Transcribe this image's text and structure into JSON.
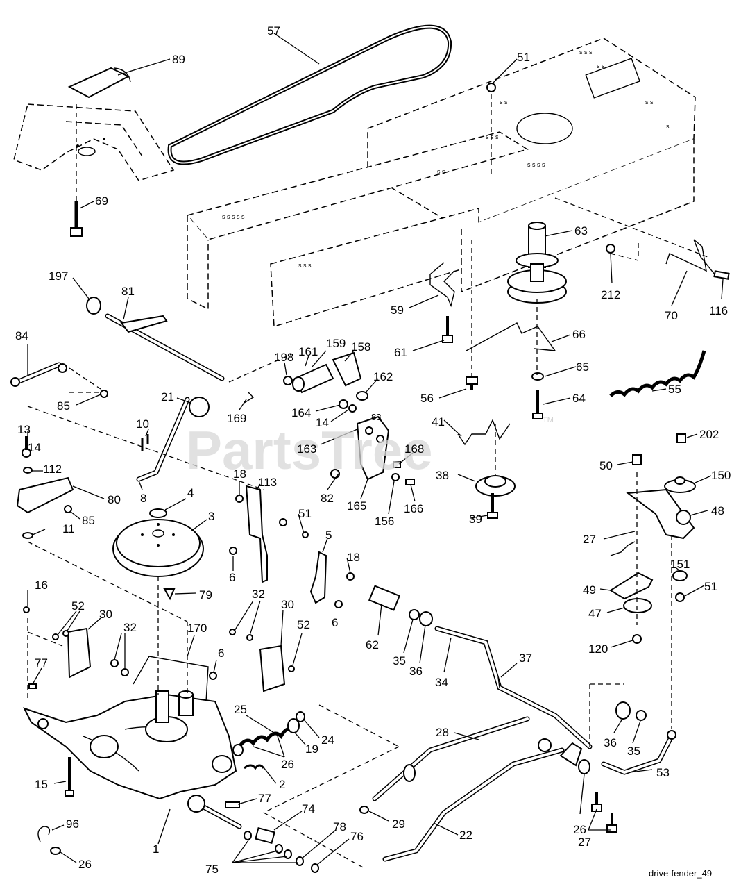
{
  "watermark": "PartsTree",
  "watermark_tm": "TM",
  "caption": "drive-fender_49",
  "callouts": [
    {
      "id": "c57",
      "text": "57"
    },
    {
      "id": "c89",
      "text": "89"
    },
    {
      "id": "c51a",
      "text": "51"
    },
    {
      "id": "c69",
      "text": "69"
    },
    {
      "id": "c63",
      "text": "63"
    },
    {
      "id": "c212",
      "text": "212"
    },
    {
      "id": "c70",
      "text": "70"
    },
    {
      "id": "c116",
      "text": "116"
    },
    {
      "id": "c197",
      "text": "197"
    },
    {
      "id": "c81",
      "text": "81"
    },
    {
      "id": "c59",
      "text": "59"
    },
    {
      "id": "c66",
      "text": "66"
    },
    {
      "id": "c84",
      "text": "84"
    },
    {
      "id": "c198",
      "text": "198"
    },
    {
      "id": "c161",
      "text": "161"
    },
    {
      "id": "c159",
      "text": "159"
    },
    {
      "id": "c158",
      "text": "158"
    },
    {
      "id": "c162",
      "text": "162"
    },
    {
      "id": "c61",
      "text": "61"
    },
    {
      "id": "c65",
      "text": "65"
    },
    {
      "id": "c56",
      "text": "56"
    },
    {
      "id": "c64",
      "text": "64"
    },
    {
      "id": "c55",
      "text": "55"
    },
    {
      "id": "c85a",
      "text": "85"
    },
    {
      "id": "c21",
      "text": "21"
    },
    {
      "id": "c169",
      "text": "169"
    },
    {
      "id": "c164",
      "text": "164"
    },
    {
      "id": "c14a",
      "text": "14"
    },
    {
      "id": "c83",
      "text": "83"
    },
    {
      "id": "c163",
      "text": "163"
    },
    {
      "id": "c41",
      "text": "41"
    },
    {
      "id": "c10",
      "text": "10"
    },
    {
      "id": "c13",
      "text": "13"
    },
    {
      "id": "c14b",
      "text": "14"
    },
    {
      "id": "c168",
      "text": "168"
    },
    {
      "id": "c202",
      "text": "202"
    },
    {
      "id": "c112",
      "text": "112"
    },
    {
      "id": "c50",
      "text": "50"
    },
    {
      "id": "c150",
      "text": "150"
    },
    {
      "id": "c18a",
      "text": "18"
    },
    {
      "id": "c113",
      "text": "113"
    },
    {
      "id": "c82",
      "text": "82"
    },
    {
      "id": "c38",
      "text": "38"
    },
    {
      "id": "c80",
      "text": "80"
    },
    {
      "id": "c8",
      "text": "8"
    },
    {
      "id": "c4",
      "text": "4"
    },
    {
      "id": "c165",
      "text": "165"
    },
    {
      "id": "c156",
      "text": "156"
    },
    {
      "id": "c166",
      "text": "166"
    },
    {
      "id": "c85b",
      "text": "85"
    },
    {
      "id": "c51b",
      "text": "51"
    },
    {
      "id": "c48",
      "text": "48"
    },
    {
      "id": "c11",
      "text": "11"
    },
    {
      "id": "c3",
      "text": "3"
    },
    {
      "id": "c39",
      "text": "39"
    },
    {
      "id": "c5",
      "text": "5"
    },
    {
      "id": "c18b",
      "text": "18"
    },
    {
      "id": "c27a",
      "text": "27"
    },
    {
      "id": "c6a",
      "text": "6"
    },
    {
      "id": "c151",
      "text": "151"
    },
    {
      "id": "c16",
      "text": "16"
    },
    {
      "id": "c79",
      "text": "79"
    },
    {
      "id": "c32a",
      "text": "32"
    },
    {
      "id": "c49",
      "text": "49"
    },
    {
      "id": "c51c",
      "text": "51"
    },
    {
      "id": "c52a",
      "text": "52"
    },
    {
      "id": "c30a",
      "text": "30"
    },
    {
      "id": "c6b",
      "text": "6"
    },
    {
      "id": "c47",
      "text": "47"
    },
    {
      "id": "c30b",
      "text": "30"
    },
    {
      "id": "c32b",
      "text": "32"
    },
    {
      "id": "c170",
      "text": "170"
    },
    {
      "id": "c52b",
      "text": "52"
    },
    {
      "id": "c62",
      "text": "62"
    },
    {
      "id": "c35a",
      "text": "35"
    },
    {
      "id": "c36a",
      "text": "36"
    },
    {
      "id": "c120",
      "text": "120"
    },
    {
      "id": "c6c",
      "text": "6"
    },
    {
      "id": "c37",
      "text": "37"
    },
    {
      "id": "c77a",
      "text": "77"
    },
    {
      "id": "c34",
      "text": "34"
    },
    {
      "id": "c25",
      "text": "25"
    },
    {
      "id": "c28",
      "text": "28"
    },
    {
      "id": "c24",
      "text": "24"
    },
    {
      "id": "c19",
      "text": "19"
    },
    {
      "id": "c36b",
      "text": "36"
    },
    {
      "id": "c35b",
      "text": "35"
    },
    {
      "id": "c26a",
      "text": "26"
    },
    {
      "id": "c53",
      "text": "53"
    },
    {
      "id": "c15",
      "text": "15"
    },
    {
      "id": "c2",
      "text": "2"
    },
    {
      "id": "c77b",
      "text": "77"
    },
    {
      "id": "c29",
      "text": "29"
    },
    {
      "id": "c96",
      "text": "96"
    },
    {
      "id": "c74",
      "text": "74"
    },
    {
      "id": "c22",
      "text": "22"
    },
    {
      "id": "c78",
      "text": "78"
    },
    {
      "id": "c26b",
      "text": "26"
    },
    {
      "id": "c1",
      "text": "1"
    },
    {
      "id": "c76",
      "text": "76"
    },
    {
      "id": "c27b",
      "text": "27"
    },
    {
      "id": "c26c",
      "text": "26"
    },
    {
      "id": "c75",
      "text": "75"
    }
  ]
}
